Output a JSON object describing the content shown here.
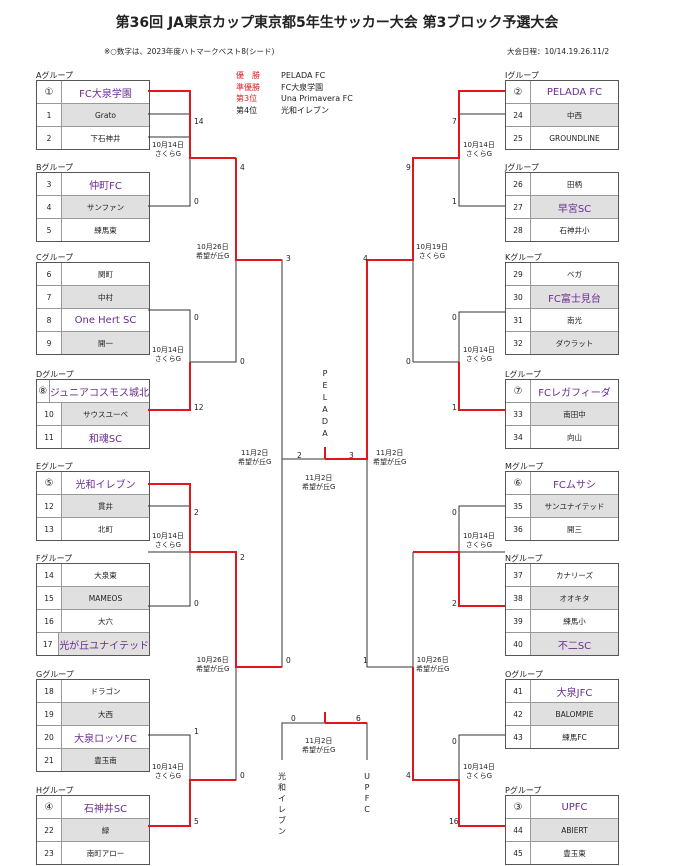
{
  "header": {
    "title": "第36回 JA東京カップ東京都5年生サッカー大会 第3ブロック予選大会",
    "note": "※○数字は、2023年度ハトマークベスト8(シード)",
    "schedule": "大会日程：10/14.19.26.11/2"
  },
  "results": [
    {
      "label": "優　勝",
      "team": "PELADA FC"
    },
    {
      "label": "準優勝",
      "team": "FC大泉学園"
    },
    {
      "label": "第3位",
      "team": "Una Primavera FC"
    },
    {
      "label": "第4位",
      "team": "光和イレブン"
    }
  ],
  "groups": [
    {
      "label": "Aグループ",
      "rows": [
        [
          "①",
          "FC大泉学園"
        ],
        [
          "1",
          "Grato"
        ],
        [
          "2",
          "下石神井"
        ]
      ]
    },
    {
      "label": "Bグループ",
      "rows": [
        [
          "3",
          "仲町FC"
        ],
        [
          "4",
          "サンファン"
        ],
        [
          "5",
          "練馬東"
        ]
      ]
    },
    {
      "label": "Cグループ",
      "rows": [
        [
          "6",
          "関町"
        ],
        [
          "7",
          "中村"
        ],
        [
          "8",
          "One Hert SC"
        ],
        [
          "9",
          "開一"
        ]
      ]
    },
    {
      "label": "Dグループ",
      "rows": [
        [
          "⑧",
          "ジュニアコスモス城北"
        ],
        [
          "10",
          "サウスユーベ"
        ],
        [
          "11",
          "和魂SC"
        ]
      ]
    },
    {
      "label": "Eグループ",
      "rows": [
        [
          "⑤",
          "光和イレブン"
        ],
        [
          "12",
          "貫井"
        ],
        [
          "13",
          "北町"
        ]
      ]
    },
    {
      "label": "Fグループ",
      "rows": [
        [
          "14",
          "大泉東"
        ],
        [
          "15",
          "MAMEOS"
        ],
        [
          "16",
          "大六"
        ],
        [
          "17",
          "光が丘ユナイテッド"
        ]
      ]
    },
    {
      "label": "Gグループ",
      "rows": [
        [
          "18",
          "ドラゴン"
        ],
        [
          "19",
          "大西"
        ],
        [
          "20",
          "大泉ロッソFC"
        ],
        [
          "21",
          "豊玉南"
        ]
      ]
    },
    {
      "label": "Hグループ",
      "rows": [
        [
          "④",
          "石神井SC"
        ],
        [
          "22",
          "緑"
        ],
        [
          "23",
          "南町アロー"
        ]
      ]
    },
    {
      "label": "Iグループ",
      "rows": [
        [
          "②",
          "PELADA FC"
        ],
        [
          "24",
          "中西"
        ],
        [
          "25",
          "GROUNDLINE"
        ]
      ]
    },
    {
      "label": "Jグループ",
      "rows": [
        [
          "26",
          "田柄"
        ],
        [
          "27",
          "早宮SC"
        ],
        [
          "28",
          "石神井小"
        ]
      ]
    },
    {
      "label": "Kグループ",
      "rows": [
        [
          "29",
          "ベガ"
        ],
        [
          "30",
          "FC富士見台"
        ],
        [
          "31",
          "南光"
        ],
        [
          "32",
          "ダウラット"
        ]
      ]
    },
    {
      "label": "Lグループ",
      "rows": [
        [
          "⑦",
          "FCレガフィーダ"
        ],
        [
          "33",
          "南田中"
        ],
        [
          "34",
          "向山"
        ]
      ]
    },
    {
      "label": "Mグループ",
      "rows": [
        [
          "⑥",
          "FCムサシ"
        ],
        [
          "35",
          "サンユナイテッド"
        ],
        [
          "36",
          "開三"
        ]
      ]
    },
    {
      "label": "Nグループ",
      "rows": [
        [
          "37",
          "カナリーズ"
        ],
        [
          "38",
          "オオキタ"
        ],
        [
          "39",
          "練馬小"
        ],
        [
          "40",
          "不二SC"
        ]
      ]
    },
    {
      "label": "Oグループ",
      "rows": [
        [
          "41",
          "大泉JFC"
        ],
        [
          "42",
          "BALOMPIE"
        ],
        [
          "43",
          "練馬FC"
        ]
      ]
    },
    {
      "label": "Pグループ",
      "rows": [
        [
          "③",
          "UPFC"
        ],
        [
          "44",
          "ABIERT"
        ],
        [
          "45",
          "豊玉東"
        ]
      ]
    }
  ],
  "match_texts": {
    "oct14": "10月14日",
    "oct19": "10月19日",
    "oct26": "10月26日",
    "nov2": "11月2日",
    "sakura": "さくらG",
    "kibou": "希望が丘G"
  },
  "finalists": {
    "champion_vertical": "PELADA",
    "third_left_vertical": "光和イレブン",
    "third_right_vertical": "UPFC"
  },
  "scores": {
    "L1": "14",
    "L2": "4",
    "L3": "0",
    "L4": "3",
    "L5": "0",
    "L6": "12",
    "L7": "2",
    "L8": "2",
    "L9": "0",
    "L10": "0",
    "L11": "1",
    "L12": "0",
    "L13": "5",
    "R1": "7",
    "R2": "9",
    "R3": "1",
    "R4": "4",
    "R5": "0",
    "R6": "0",
    "R7": "1",
    "R8": "0",
    "R9": "2",
    "R10": "1",
    "R11": "0",
    "R12": "4",
    "R13": "16",
    "F1": "2",
    "F2": "3",
    "T1": "0",
    "T2": "6"
  },
  "colors": {
    "win": "#e0181e",
    "seed_text": "#6a2c91"
  }
}
